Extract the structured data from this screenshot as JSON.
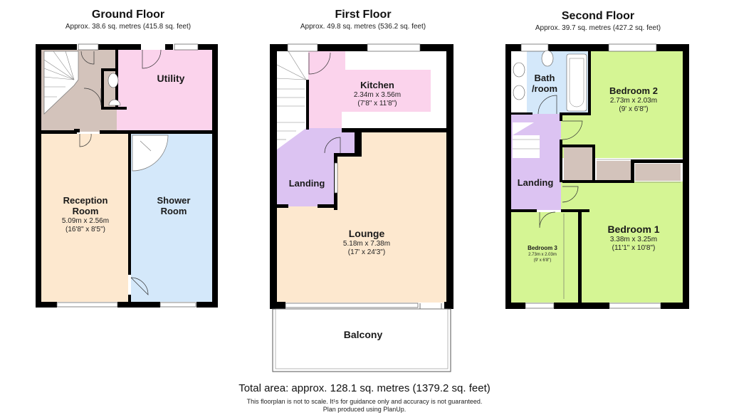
{
  "floors": [
    {
      "title": "Ground Floor",
      "area": "Approx. 38.6 sq. metres (415.8 sq. feet)",
      "rooms": [
        {
          "name": "Utility",
          "dims_m": "",
          "dims_ft": ""
        },
        {
          "name": "Reception Room",
          "name_line1": "Reception",
          "name_line2": "Room",
          "dims_m": "5.09m x 2.56m",
          "dims_ft": "(16'8\" x 8'5\")"
        },
        {
          "name": "Shower Room",
          "name_line1": "Shower",
          "name_line2": "Room",
          "dims_m": "",
          "dims_ft": ""
        }
      ]
    },
    {
      "title": "First Floor",
      "area": "Approx. 49.8 sq. metres (536.2 sq. feet)",
      "rooms": [
        {
          "name": "Kitchen",
          "dims_m": "2.34m x 3.56m",
          "dims_ft": "(7'8\" x 11'8\")"
        },
        {
          "name": "Landing",
          "dims_m": "",
          "dims_ft": ""
        },
        {
          "name": "Lounge",
          "dims_m": "5.18m x 7.38m",
          "dims_ft": "(17' x 24'3\")"
        },
        {
          "name": "Balcony",
          "dims_m": "",
          "dims_ft": ""
        }
      ]
    },
    {
      "title": "Second Floor",
      "area": "Approx. 39.7 sq. metres (427.2 sq. feet)",
      "rooms": [
        {
          "name": "Bath /room",
          "name_line1": "Bath",
          "name_line2": "/room",
          "dims_m": "",
          "dims_ft": ""
        },
        {
          "name": "Bedroom 2",
          "dims_m": "2.73m x 2.03m",
          "dims_ft": "(9' x 6'8\")"
        },
        {
          "name": "Landing",
          "dims_m": "",
          "dims_ft": ""
        },
        {
          "name": "Bedroom 1",
          "dims_m": "3.38m x 3.25m",
          "dims_ft": "(11'1\" x 10'8\")"
        },
        {
          "name": "Bedroom 3",
          "dims_m": "2.73m x 2.03m",
          "dims_ft": "(9' x 6'8\")"
        }
      ]
    }
  ],
  "footer": {
    "total": "Total area: approx. 128.1 sq. metres (1379.2 sq. feet)",
    "disclaimer": "This floorplan is not to scale. It¹s for guidance only and accuracy is not guaranteed.",
    "credit": "Plan produced using PlanUp."
  },
  "colors": {
    "wall": "#000000",
    "hall_taupe": "#d3c3bb",
    "utility_pink": "#fbd3ec",
    "reception_peach": "#fde8cf",
    "shower_blue": "#d4e8fa",
    "kitchen_pink": "#fbd3ec",
    "landing_lilac": "#dcc3f2",
    "lounge_peach": "#fde8cf",
    "bedroom_green": "#d5f594",
    "bath_blue": "#d4e8fa",
    "cupboard_taupe": "#d3c3bb"
  }
}
